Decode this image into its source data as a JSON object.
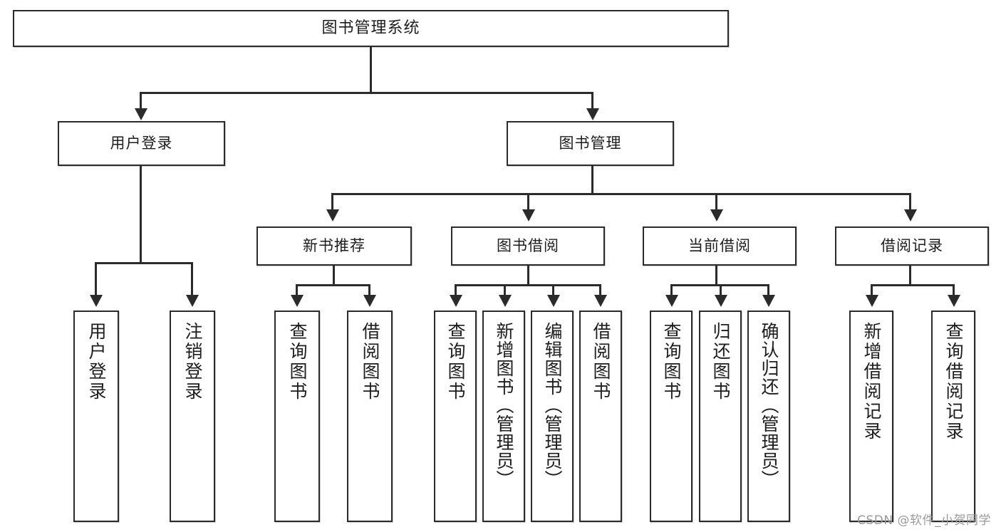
{
  "diagram": {
    "type": "tree",
    "title": "图书管理系统",
    "orientation": "top-down",
    "watermark": "CSDN @软件_小贺同学",
    "colors": {
      "box_border": "#2b2b2b",
      "box_fill": "#ffffff",
      "connector": "#2b2b2b",
      "text": "#1d1d1d",
      "watermark": "#9a9a9a"
    },
    "root": {
      "label": "图书管理系统"
    },
    "tier2": [
      {
        "label": "用户登录"
      },
      {
        "label": "图书管理"
      }
    ],
    "tier3": [
      {
        "label": "新书推荐"
      },
      {
        "label": "图书借阅"
      },
      {
        "label": "当前借阅"
      },
      {
        "label": "借阅记录"
      }
    ],
    "leaves": {
      "user_login": [
        {
          "label": "用户登录"
        },
        {
          "label": "注销登录"
        }
      ],
      "new_book_recommend": [
        {
          "label": "查询图书"
        },
        {
          "label": "借阅图书"
        }
      ],
      "book_borrow": [
        {
          "label": "查询图书"
        },
        {
          "label": "新增图书（管理员）"
        },
        {
          "label": "编辑图书（管理员）"
        },
        {
          "label": "借阅图书"
        }
      ],
      "current_borrow": [
        {
          "label": "查询图书"
        },
        {
          "label": "归还图书"
        },
        {
          "label": "确认归还（管理员）"
        }
      ],
      "borrow_record": [
        {
          "label": "新增借阅记录"
        },
        {
          "label": "查询借阅记录"
        }
      ]
    }
  }
}
